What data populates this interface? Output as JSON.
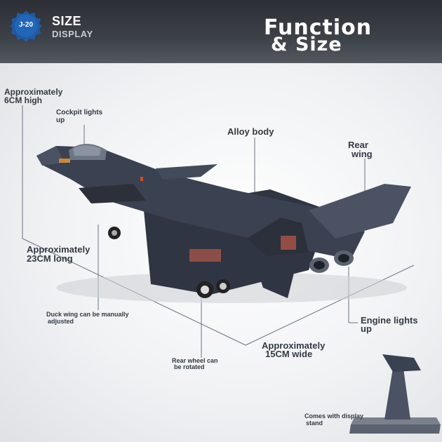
{
  "header": {
    "badge": "J-20",
    "size_title": "SIZE",
    "size_subtitle": "DISPLAY",
    "function_title_line1": "Function",
    "function_title_line2": "& Size"
  },
  "annotations": {
    "height": [
      "Approximately",
      "6CM high"
    ],
    "cockpit": [
      "Cockpit lights",
      "up"
    ],
    "alloy": "Alloy body",
    "rear_wing": [
      "Rear",
      "wing"
    ],
    "length": [
      "Approximately",
      "23CM long"
    ],
    "duck_wing": [
      "Duck wing can be manually",
      "adjusted"
    ],
    "engine": [
      "Engine lights",
      "up"
    ],
    "width": [
      "Approximately",
      "15CM wide"
    ],
    "rear_wheel": [
      "Rear wheel can",
      "be rotated"
    ],
    "stand": [
      "Comes with display",
      "stand"
    ]
  },
  "colors": {
    "header_dark": "#2c2f35",
    "badge_blue": "#1f5aa6",
    "aircraft_body": "#3a4150",
    "label_text": "#333a44"
  },
  "icons": {
    "badge": "gear-badge-icon",
    "aircraft": "fighter-jet-model",
    "stand": "display-stand"
  }
}
